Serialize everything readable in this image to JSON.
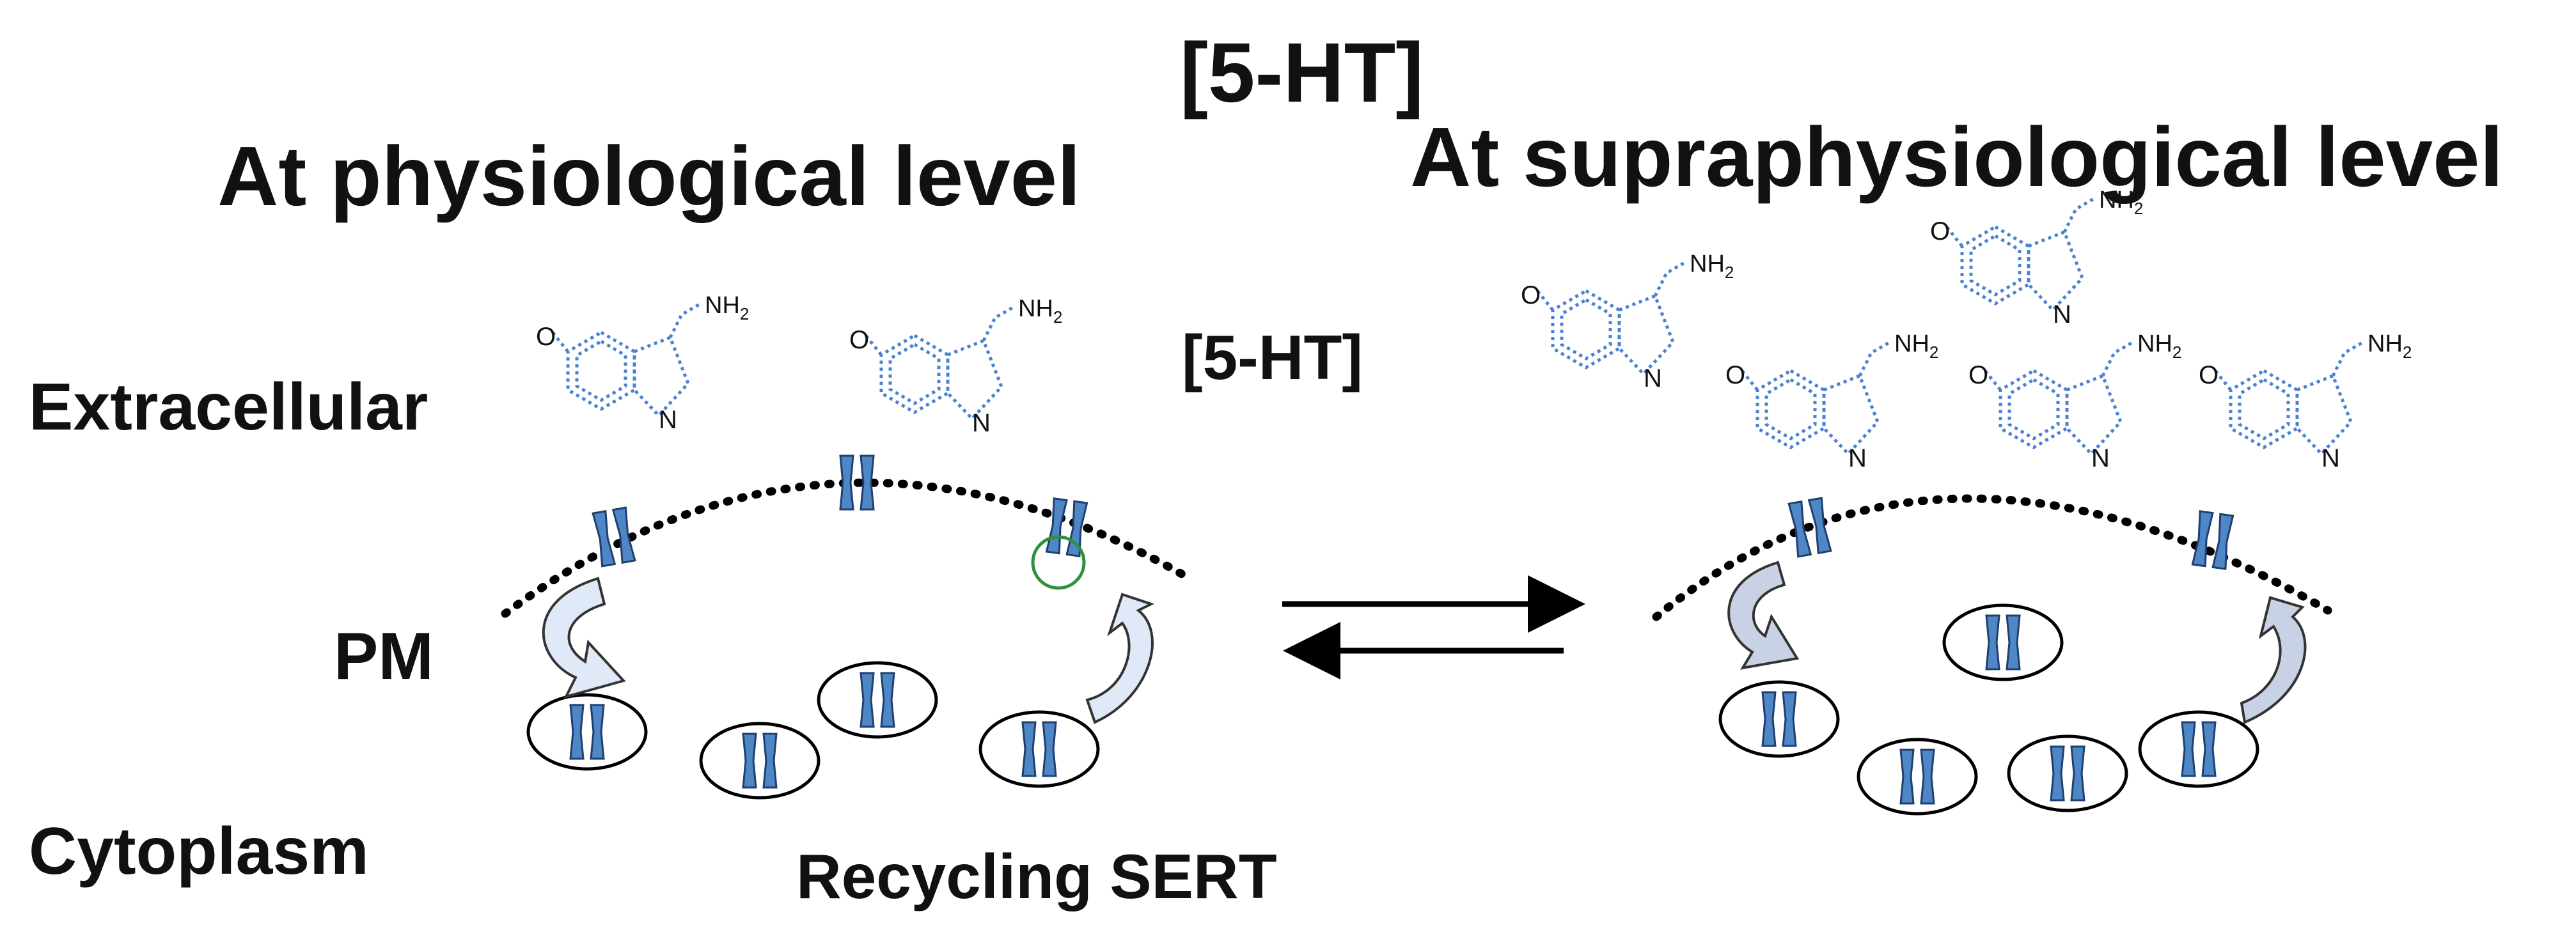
{
  "title": "[5-HT]",
  "panels": {
    "left": {
      "heading": "At physiological level"
    },
    "right": {
      "heading": "At supraphysiological level"
    }
  },
  "compartments": {
    "extracellular": "Extracellular",
    "membrane": "PM",
    "cytoplasm": "Cytoplasm"
  },
  "concentration_label": "[5-HT]",
  "caption": "Recycling SERT",
  "molecule": {
    "oxygen": "O",
    "nitrogen": "N",
    "amine": "NH",
    "amine_subscript": "2"
  },
  "colors": {
    "transporter": "#4f86c6",
    "molecule": "#4a82d0",
    "arrow_left": "#dfe9f7",
    "arrow_right": "#c8d2e4",
    "highlight": "#2f8f3a"
  }
}
